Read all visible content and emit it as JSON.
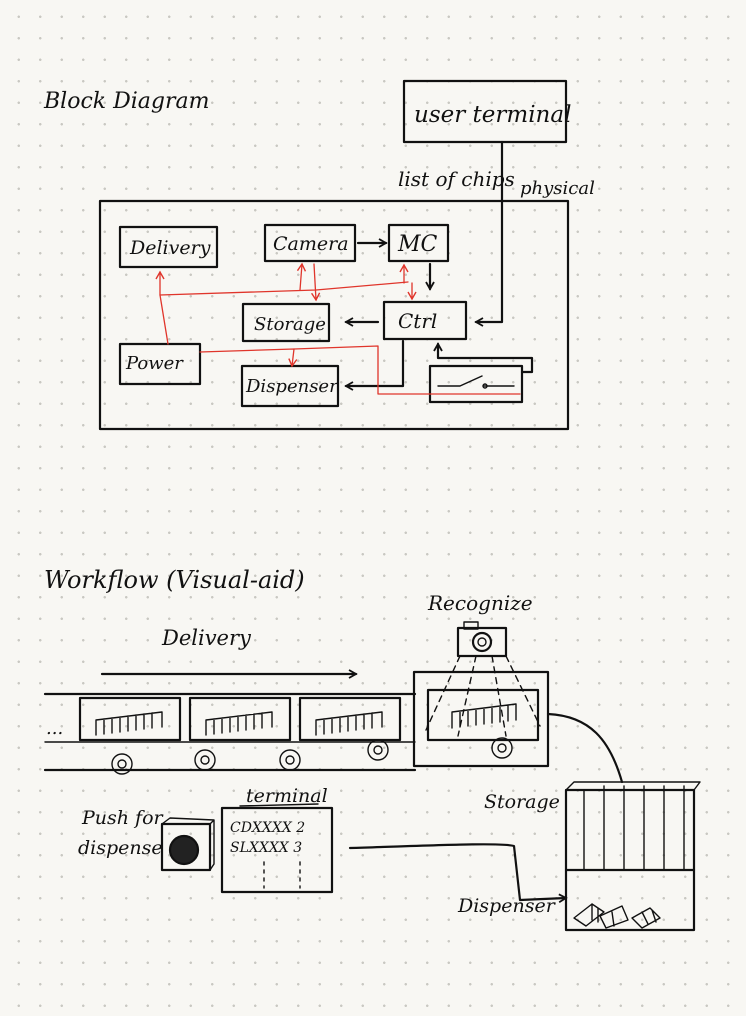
{
  "block_diagram": {
    "title": "Block Diagram",
    "user_terminal": "user terminal",
    "list_of_chips": "list of chips",
    "physical": "physical",
    "delivery": "Delivery",
    "camera": "Camera",
    "mc": "MC",
    "storage": "Storage",
    "ctrl": "Ctrl",
    "power": "Power",
    "dispenser": "Dispenser"
  },
  "workflow": {
    "title": "Workflow (Visual-aid)",
    "recognize": "Recognize",
    "delivery": "Delivery",
    "ellipsis": "...",
    "push_line1": "Push for",
    "push_line2": "dispense",
    "terminal": "terminal",
    "terminal_row1": "CDXXXX 2",
    "terminal_row2": "SLXXXX 3",
    "storage": "Storage",
    "dispenser": "Dispenser"
  },
  "colors": {
    "ink": "#111111",
    "red_ink": "#e0352b",
    "paper": "#f8f7f3",
    "dots": "#c9c8c2"
  }
}
